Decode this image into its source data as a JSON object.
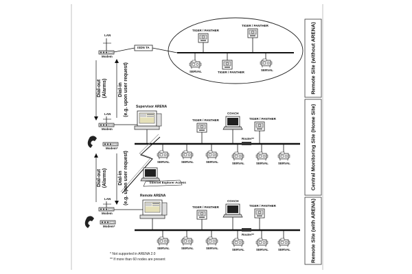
{
  "sites": {
    "remote_no_arena": "Remote Site (without ARENA)",
    "central": "Central Monitoring Site (Home Site)",
    "remote_arena": "Remote Site (with ARENA)"
  },
  "labels": {
    "lan": "LAN",
    "modem": "Modem",
    "modem_star": "Modem*",
    "isdn": "ISDN TA",
    "tiger_panther": "TIGER / PANTHER",
    "serval": "SERVAL",
    "coach": "COACH",
    "supervisor_arena": "Supervisor ARENA",
    "remote_arena": "Remote ARENA",
    "router": "Router**",
    "internet_explorer": "Internet Explorer Access",
    "dialin_top": "Dial-in",
    "dialin_top_sub": "(e.g. upon user request)",
    "dialout_top": "Dial-out",
    "dialout_top_sub": "(Alarms)",
    "dialin_bottom": "Dial-in",
    "dialin_bottom_sub": "(e.g. upon user request)",
    "dialout_bottom": "Dial-out",
    "dialout_bottom_sub": "(Alarms)"
  },
  "footnotes": {
    "note1": "*    Not supported in ARENA 2.0",
    "note2": "**  If more than 60 nodes are present"
  }
}
